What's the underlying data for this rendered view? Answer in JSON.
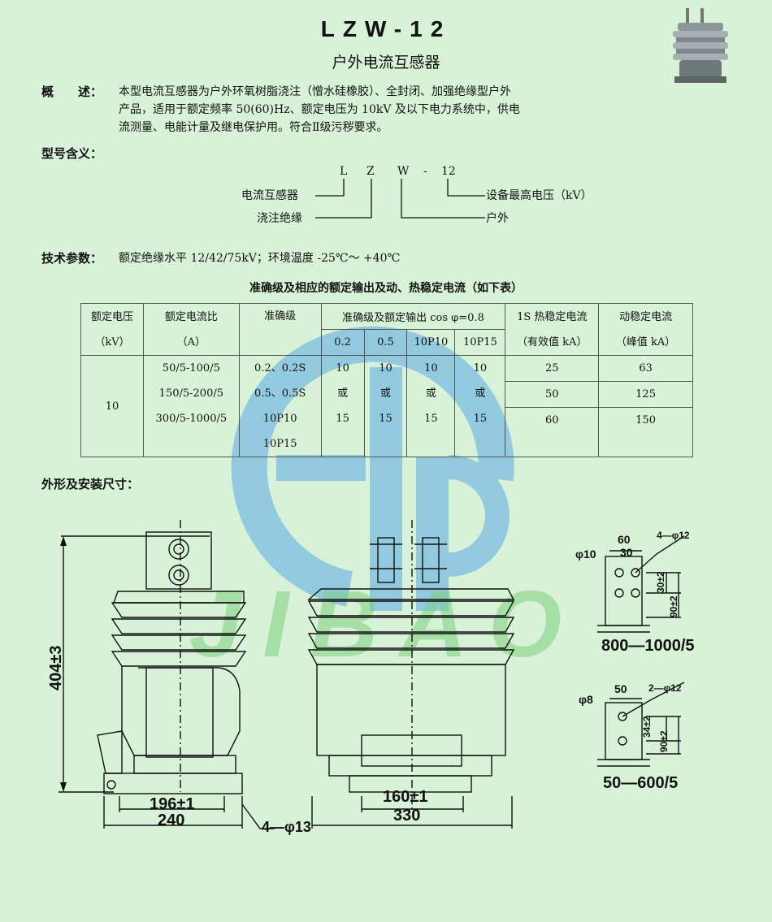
{
  "header": {
    "title": "LZW-12",
    "subtitle": "户外电流互感器"
  },
  "overview": {
    "label": "概　　述：",
    "lines": [
      "本型电流互感器为户外环氧树脂浇注（憎水硅橡胶）、全封闭、加强绝缘型户外",
      "产品，适用于额定频率 50(60)Hz、额定电压为 10kV 及以下电力系统中，供电",
      "流测量、电能计量及继电保护用。符合Ⅱ级污秽要求。"
    ]
  },
  "model": {
    "label": "型号含义：",
    "code": [
      "L",
      "Z",
      "W",
      "-",
      "12"
    ],
    "meaning_ct": "电流互感器",
    "meaning_cast": "浇注绝缘",
    "meaning_voltage": "设备最高电压（kV）",
    "meaning_outdoor": "户外"
  },
  "tech": {
    "label": "技术参数：",
    "text": "额定绝缘水平 12/42/75kV；环境温度 -25℃～ +40℃"
  },
  "table": {
    "caption": "准确级及相应的额定输出及动、热稳定电流（如下表）",
    "h_voltage": [
      "额定电压",
      "（kV）"
    ],
    "h_ratio": [
      "额定电流比",
      "（A）"
    ],
    "h_class": "准确级",
    "h_output": "准确级及额定输出 cos φ=0.8",
    "h_output_cols": [
      "0.2",
      "0.5",
      "10P10",
      "10P15"
    ],
    "h_thermal": [
      "1S 热稳定电流",
      "（有效值 kA）"
    ],
    "h_dynamic": [
      "动稳定电流",
      "（峰值 kA）"
    ],
    "voltage": "10",
    "ratios": [
      "50/5-100/5",
      "150/5-200/5",
      "300/5-1000/5"
    ],
    "classes": [
      "0.2、0.2S",
      "0.5、0.5S",
      "10P10",
      "10P15"
    ],
    "outputs": [
      [
        "10",
        "或",
        "15"
      ],
      [
        "10",
        "或",
        "15"
      ],
      [
        "10",
        "或",
        "15"
      ],
      [
        "10",
        "或",
        "15"
      ]
    ],
    "thermal": [
      "25",
      "50",
      "60"
    ],
    "dynamic": [
      "63",
      "125",
      "150"
    ]
  },
  "dimensions": {
    "label": "外形及安装尺寸：",
    "height": "404±3",
    "side_inner": "196±1",
    "side_outer": "240",
    "holes": "4—φ13",
    "front_inner": "160±1",
    "front_outer": "330",
    "t1": {
      "caption": "800—1000/5",
      "w60": "60",
      "w30": "30",
      "d10": "φ10",
      "hole": "4—φ12",
      "v30": "30±2",
      "v90": "90±2"
    },
    "t2": {
      "caption": "50—600/5",
      "w50": "50",
      "d8": "φ8",
      "hole": "2—φ12",
      "v34": "34±2",
      "v90": "90±2"
    }
  },
  "watermark": {
    "text": "JIBAO"
  },
  "colors": {
    "background": "#d8f2d8",
    "watermark_blue": "#5aa9e6",
    "watermark_green": "#7fd07f"
  }
}
